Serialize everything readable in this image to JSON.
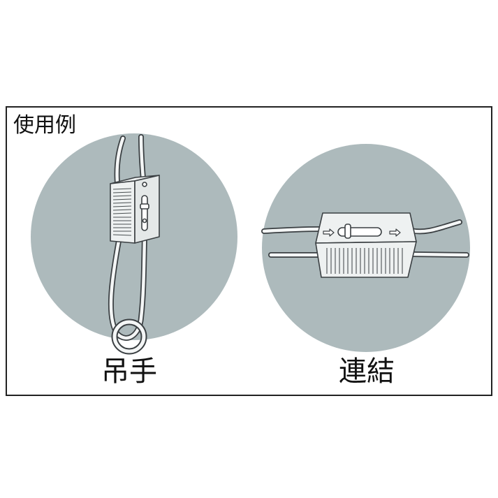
{
  "heading": {
    "title": "使用例"
  },
  "examples": [
    {
      "label": "吊手"
    },
    {
      "label": "連結"
    }
  ],
  "colors": {
    "frame": "#222222",
    "circle": "#adbabc",
    "wire": "#f4f6f6",
    "outline": "#3a3f42",
    "block": "#eef1f1"
  }
}
